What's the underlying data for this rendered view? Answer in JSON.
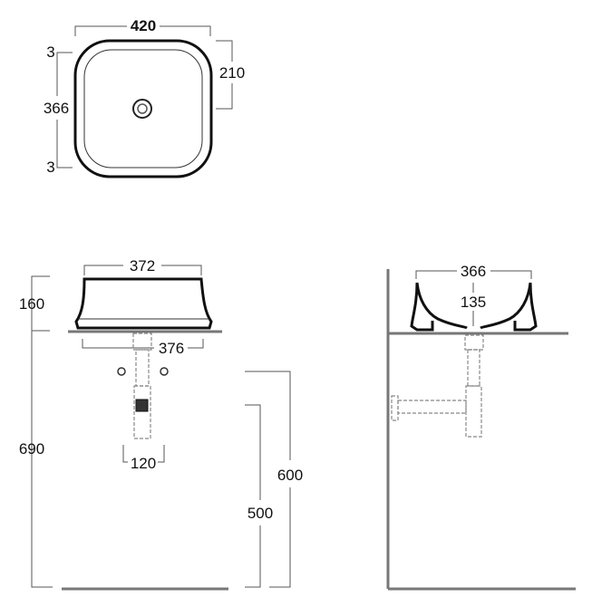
{
  "top_view": {
    "width": "420",
    "depth_to_drain": "210",
    "rim_top": "3",
    "inner_depth": "366",
    "rim_bottom": "3"
  },
  "front_view": {
    "top_width": "372",
    "height": "160",
    "base_width": "376",
    "counter_height": "690",
    "valve_spacing": "120",
    "waste_height_600": "600",
    "waste_height_500": "500"
  },
  "side_view": {
    "width": "366",
    "inner_depth": "135"
  }
}
